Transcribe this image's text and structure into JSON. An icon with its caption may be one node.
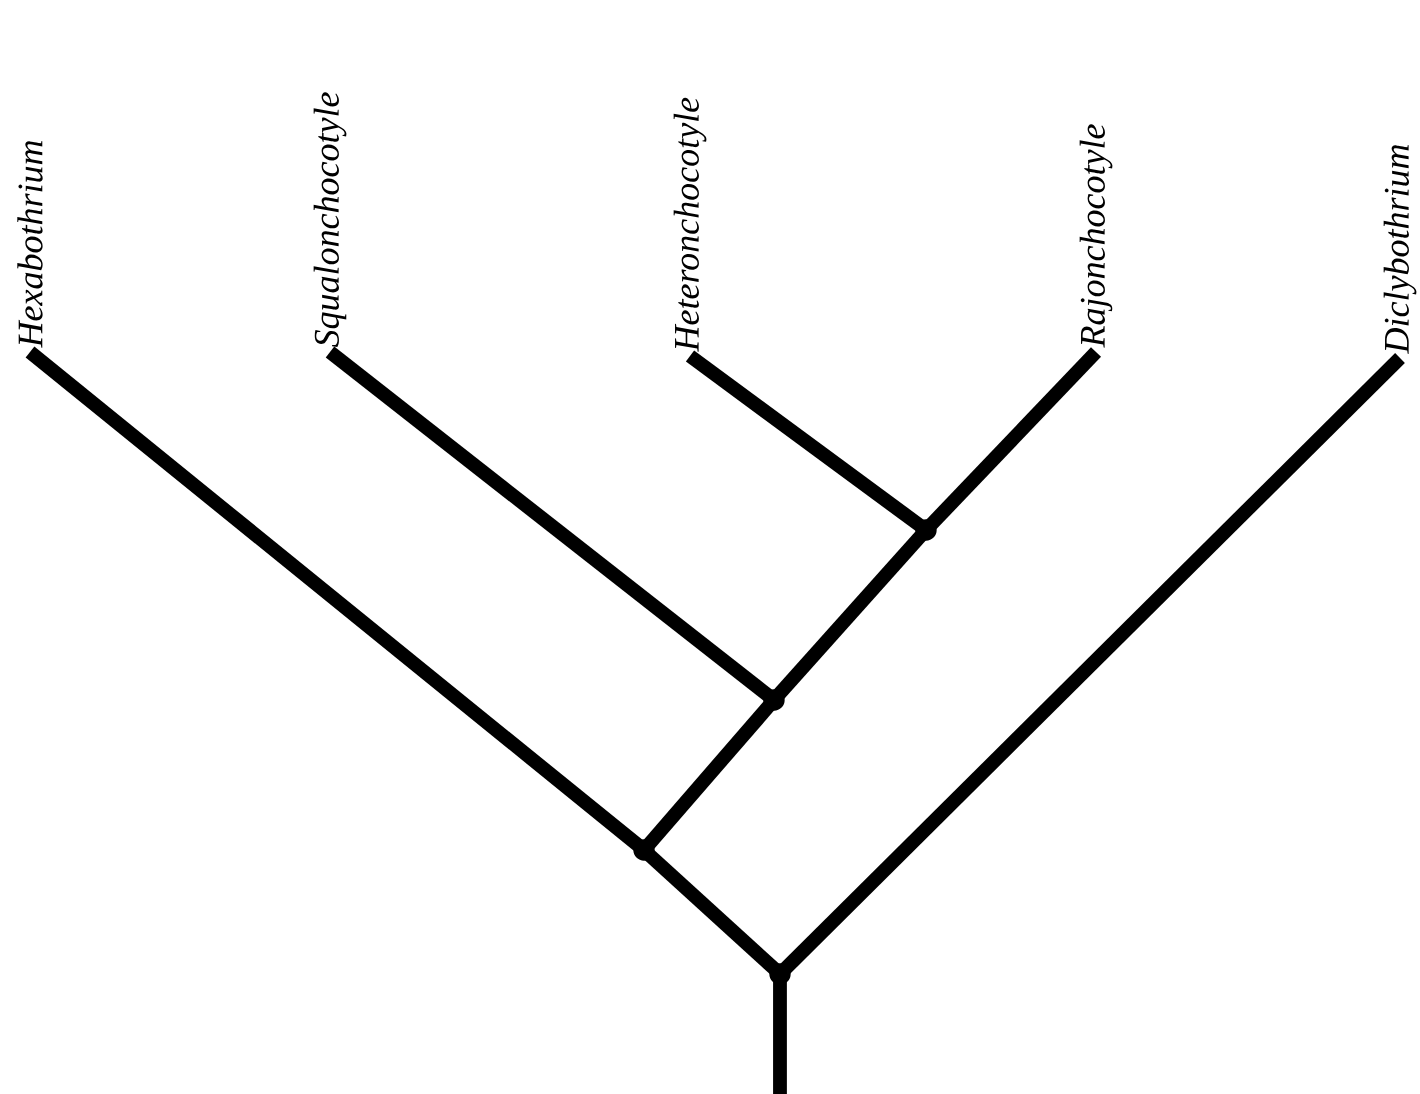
{
  "diagram": {
    "nodes": [
      {
        "text": [
          "*Hexabothrium*"
        ]
      },
      {
        "text": [
          "*Squalonchocotyle*"
        ]
      },
      {
        "text": [
          "*Heteronchocotyle*"
        ]
      },
      {
        "text": [
          "*Rajonchocotyle*"
        ]
      },
      {
        "text": [
          "*Diclybothrium*"
        ]
      },
      {
        "text": [],
        "shape": "point"
      },
      {
        "text": [],
        "shape": "point"
      },
      {
        "text": [],
        "shape": "point"
      },
      {
        "text": [],
        "shape": "point"
      }
    ],
    "edges": [
      {
        "from": null,
        "to": 8,
        "arrow": "none"
      },
      {
        "from": 8,
        "to": 7,
        "arrow": "none"
      },
      {
        "from": 7,
        "to": 0,
        "arrow": "none"
      },
      {
        "from": 7,
        "to": 6,
        "arrow": "none"
      },
      {
        "from": 6,
        "to": 1,
        "arrow": "none"
      },
      {
        "from": 6,
        "to": 5,
        "arrow": "none"
      },
      {
        "from": 5,
        "to": 2,
        "arrow": "none"
      },
      {
        "from": 5,
        "to": 3,
        "arrow": "none"
      },
      {
        "from": 8,
        "to": 4,
        "arrow": "none"
      }
    ]
  }
}
